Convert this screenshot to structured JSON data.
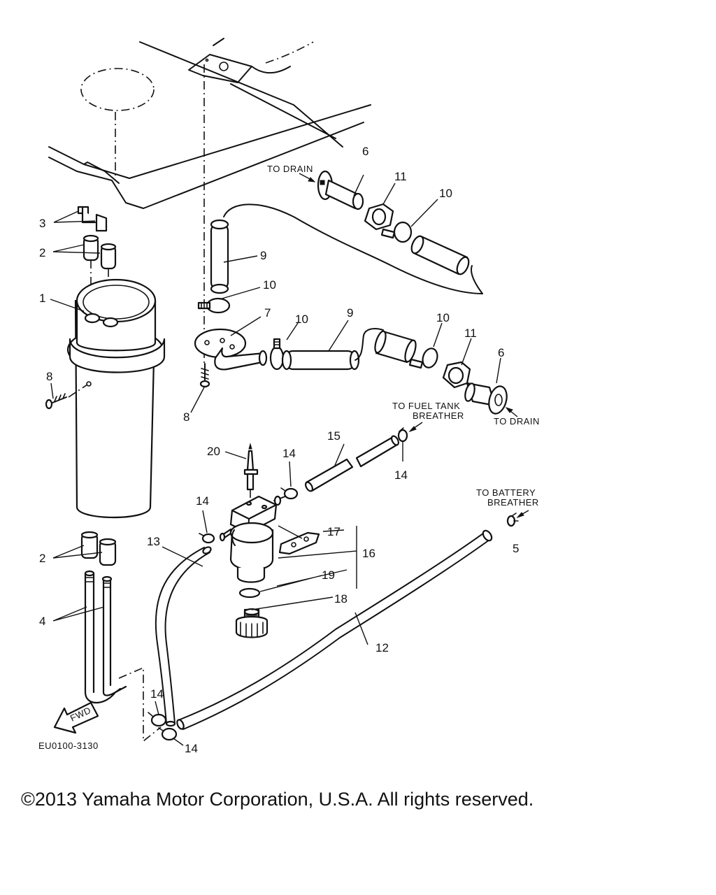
{
  "diagram": {
    "code": "EU0100-3130",
    "fwd_label": "FWD",
    "callouts": {
      "c1": "1",
      "c2a": "2",
      "c2b": "2",
      "c3": "3",
      "c4": "4",
      "c5": "5",
      "c6a": "6",
      "c6b": "6",
      "c7": "7",
      "c8a": "8",
      "c8b": "8",
      "c9a": "9",
      "c9b": "9",
      "c10a": "10",
      "c10b": "10",
      "c10c": "10",
      "c10d": "10",
      "c11a": "11",
      "c11b": "11",
      "c12": "12",
      "c13": "13",
      "c14a": "14",
      "c14b": "14",
      "c14c": "14",
      "c14d": "14",
      "c14e": "14",
      "c15": "15",
      "c16": "16",
      "c17": "17",
      "c18": "18",
      "c19": "19",
      "c20": "20"
    },
    "notes": {
      "to_drain_top": "TO DRAIN",
      "to_drain_right": "TO DRAIN",
      "fuel_tank_line1": "TO FUEL TANK",
      "fuel_tank_line2": "BREATHER",
      "battery_line1": "TO BATTERY",
      "battery_line2": "BREATHER"
    }
  },
  "footer": {
    "copyright": "©2013 Yamaha Motor Corporation, U.S.A. All rights reserved."
  }
}
